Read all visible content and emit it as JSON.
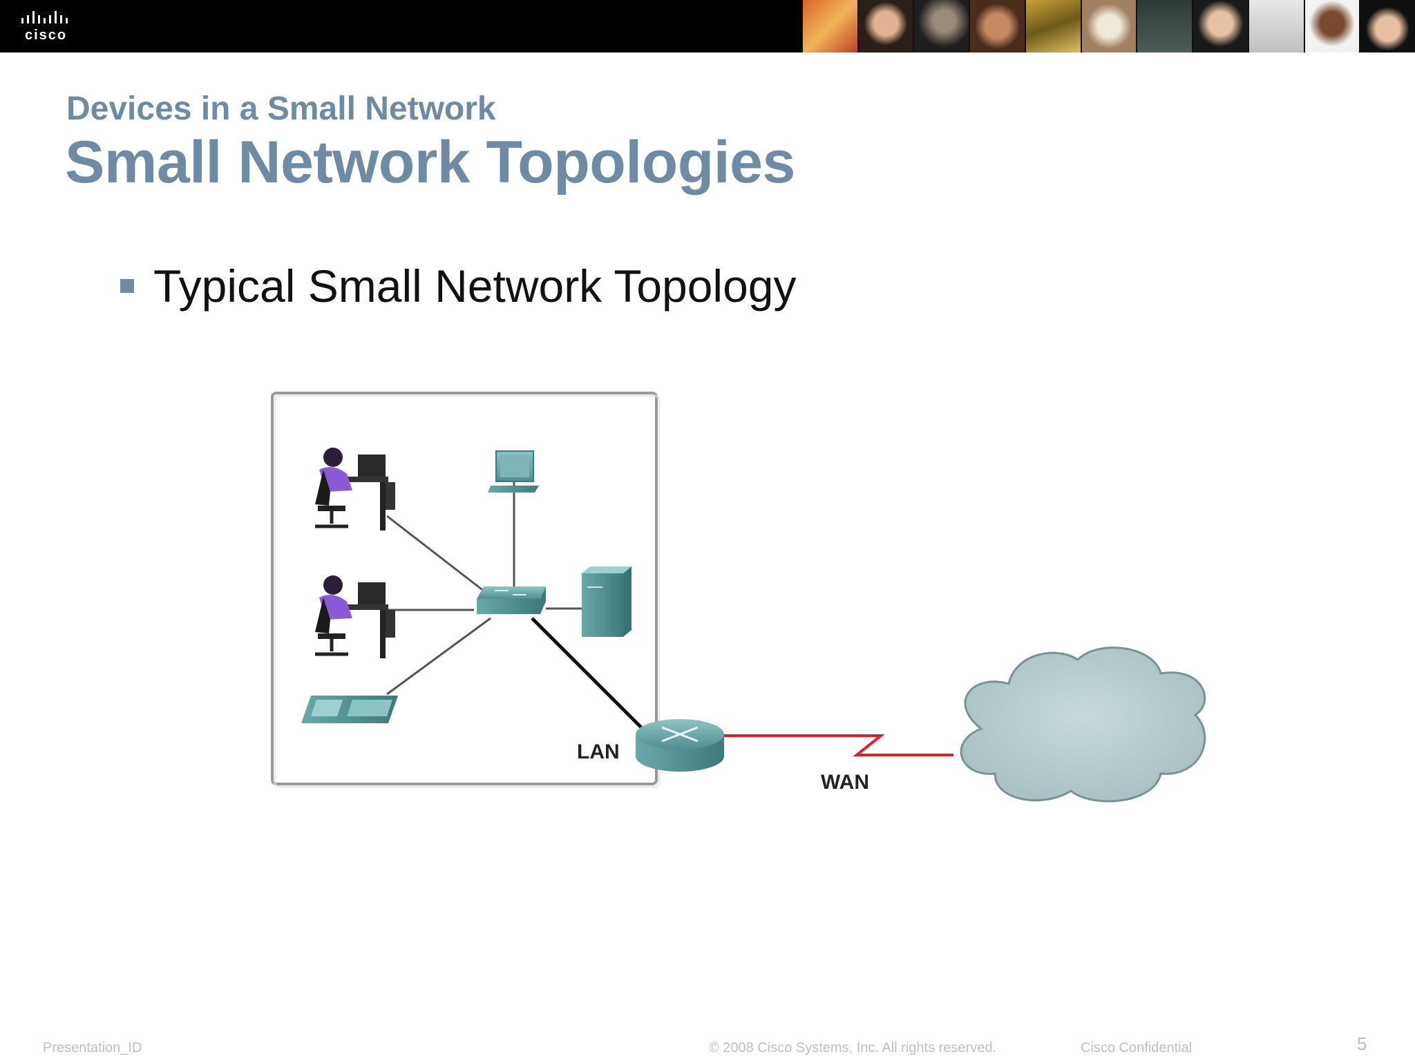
{
  "header": {
    "logo_text": "cisco",
    "brand_logo": "cisco-bridge-logo"
  },
  "slide": {
    "subtitle": "Devices in a Small Network",
    "title": "Small Network Topologies",
    "bullet": "Typical Small Network Topology"
  },
  "diagram": {
    "lan_label": "LAN",
    "wan_label": "WAN",
    "colors": {
      "device": "#5f9ea0",
      "wan_link": "#e02020",
      "cloud": "#b9cdd0"
    }
  },
  "footer": {
    "presentation_id": "Presentation_ID",
    "copyright": "© 2008 Cisco Systems, Inc. All rights reserved.",
    "confidential": "Cisco Confidential",
    "page_number": "5"
  }
}
